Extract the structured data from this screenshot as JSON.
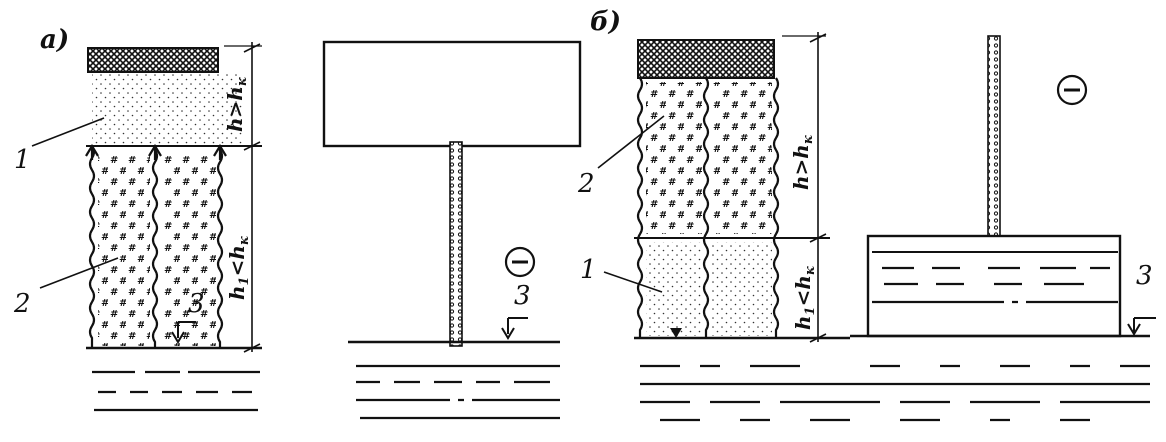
{
  "panels": [
    {
      "id": "a",
      "title": "а)"
    },
    {
      "id": "b",
      "title": "б)"
    }
  ],
  "labels": {
    "a_layer1": "1",
    "a_layer2": "2",
    "a_level": "3",
    "a_dim_h": "h>h",
    "a_dim_h_sub": "к",
    "a_dim_h1": "h",
    "a_dim_h1_sub1": "1",
    "a_dim_h1_rest": "<h",
    "a_dim_h1_sub2": "к",
    "a_charge": "−",
    "b_layer2": "2",
    "b_layer1": "1",
    "b_level": "3",
    "b_dim_h": "h>h",
    "b_dim_h_sub": "к",
    "b_dim_h1": "h",
    "b_dim_h1_sub1": "1",
    "b_dim_h1_rest": "<h",
    "b_dim_h1_sub2": "к",
    "b_charge": "−"
  },
  "colors": {
    "ink": "#111111",
    "paper": "#ffffff"
  }
}
